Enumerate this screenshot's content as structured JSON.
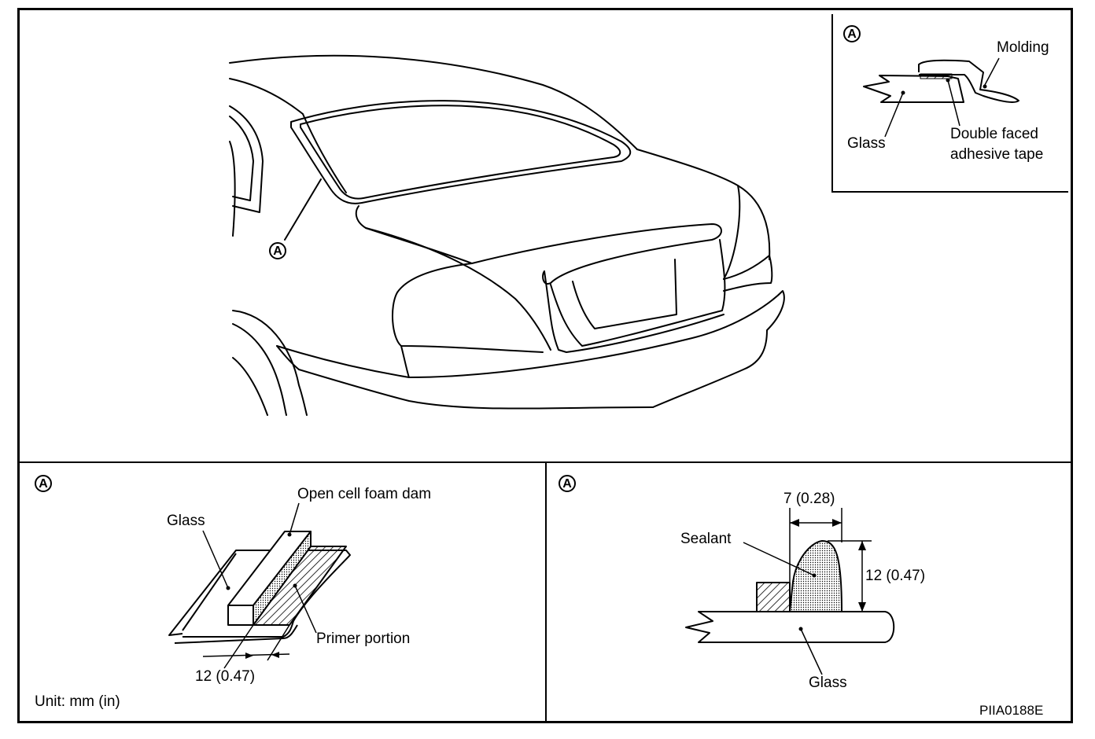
{
  "callout_letter": "A",
  "inset_top": {
    "molding": "Molding",
    "glass": "Glass",
    "tape_line1": "Double faced",
    "tape_line2": "adhesive tape"
  },
  "panel_left": {
    "foam_dam": "Open cell foam dam",
    "glass": "Glass",
    "primer": "Primer portion",
    "dimension": "12 (0.47)",
    "unit": "Unit: mm (in)"
  },
  "panel_right": {
    "width_dim": "7 (0.28)",
    "sealant": "Sealant",
    "height_dim": "12 (0.47)",
    "glass": "Glass",
    "figure_code": "PIIA0188E"
  }
}
